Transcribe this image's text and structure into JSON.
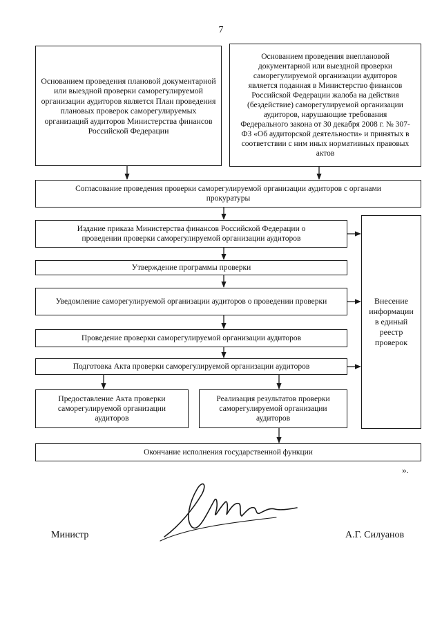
{
  "page": {
    "number": "7"
  },
  "flow": {
    "basis_planned": "Основанием проведения плановой документарной или выездной проверки саморегулируемой организации аудиторов является План проведения плановых проверок саморегулируемых организаций аудиторов Министерства финансов Российской Федерации",
    "basis_unplanned": "Основанием проведения внеплановой документарной или выездной проверки саморегулируемой организации аудиторов является поданная в Министерство финансов Российской Федерации жалоба на действия (бездействие) саморегулируемой организации аудиторов, нарушающие требования Федерального закона от 30 декабря 2008 г. № 307-ФЗ «Об аудиторской деятельности» и принятых в соответствии с ним иных нормативных правовых актов",
    "approval_prosecutor": "Согласование проведения проверки саморегулируемой организации аудиторов с органами прокуратуры",
    "order_issue": "Издание приказа Министерства финансов Российской Федерации о проведении проверки саморегулируемой организации аудиторов",
    "program_approval": "Утверждение программы проверки",
    "notification": "Уведомление саморегулируемой организации аудиторов о проведении проверки",
    "conducting": "Проведение проверки саморегулируемой организации аудиторов",
    "act_preparation": "Подготовка Акта проверки саморегулируемой организации аудиторов",
    "act_provision": "Предоставление Акта проверки саморегулируемой организации аудиторов",
    "results_implementation": "Реализация результатов проверки саморегулируемой организации аудиторов",
    "registry_entry": "Внесение информации в единый реестр проверок",
    "end_function": "Окончание исполнения государственной функции"
  },
  "closing_mark": "».",
  "signature": {
    "title": "Министр",
    "name": "А.Г. Силуанов"
  }
}
